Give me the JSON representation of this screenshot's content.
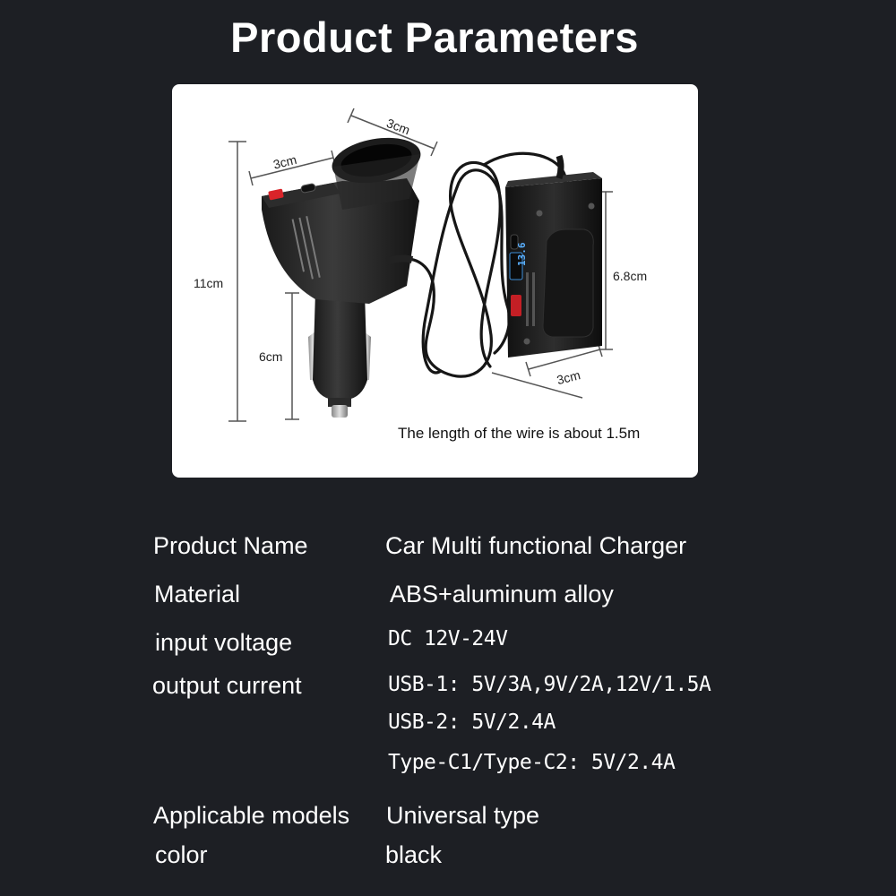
{
  "title": "Product Parameters",
  "figure": {
    "dimensions": {
      "top_width": "3cm",
      "plug_head_width": "3cm",
      "total_height": "11cm",
      "plug_height": "6cm",
      "hub_height": "6.8cm",
      "hub_width": "3cm"
    },
    "display_reading": "13.6",
    "wire_note": "The length of the wire is about 1.5m"
  },
  "specs": {
    "product_name": {
      "label": "Product Name",
      "value": "Car Multi functional Charger"
    },
    "material": {
      "label": "Material",
      "value": "ABS+aluminum alloy"
    },
    "input_voltage": {
      "label": "input voltage",
      "value": "DC 12V-24V"
    },
    "output_current": {
      "label": "output current",
      "lines": [
        "USB-1: 5V/3A,9V/2A,12V/1.5A",
        "USB-2: 5V/2.4A",
        "Type-C1/Type-C2: 5V/2.4A"
      ]
    },
    "applicable_models": {
      "label": "Applicable models",
      "value": "Universal type"
    },
    "color": {
      "label": "color",
      "value": "black"
    }
  }
}
